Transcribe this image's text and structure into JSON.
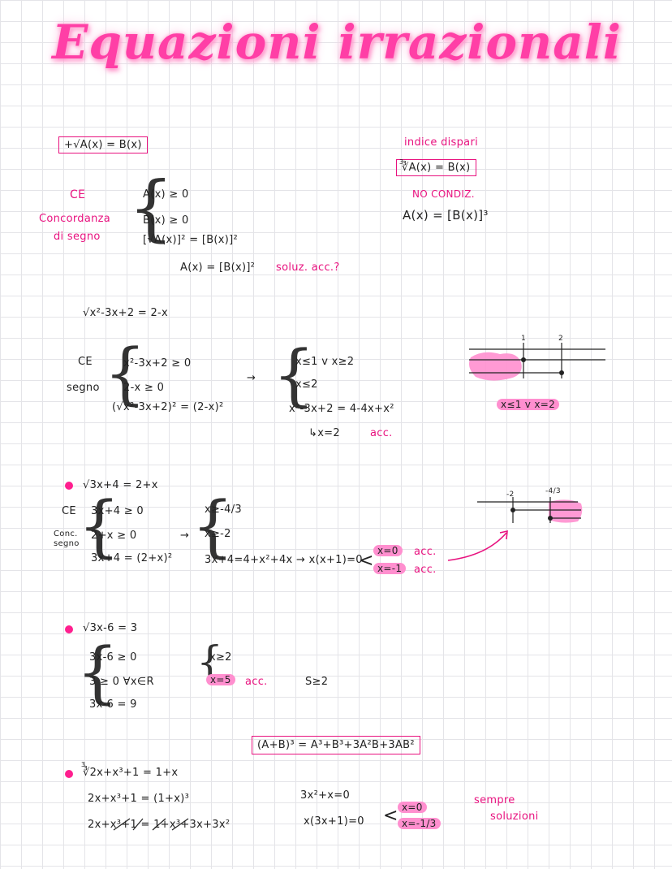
{
  "title": "Equazioni irrazionali",
  "general": {
    "main_eq": "+√A(x) = B(x)",
    "ce": "CE",
    "concordanza": "Concordanza",
    "di_segno": "di segno",
    "cond1": "A(x) ≥ 0",
    "cond2": "B(x) ≥ 0",
    "cond3": "[√A(x)]² = [B(x)]²",
    "result": "A(x) = [B(x)]²",
    "result_note": "soluz. acc.?"
  },
  "odd_index": {
    "label": "indice dispari",
    "eq": "∛A(x) = B(x)",
    "no_cond": "NO CONDIZ.",
    "result": "A(x) = [B(x)]³"
  },
  "ex1": {
    "eq": "√x²-3x+2 = 2-x",
    "ce": "CE",
    "segno": "segno",
    "s1": "x²-3x+2 ≥ 0",
    "s2": "2-x ≥ 0",
    "s3": "(√x²-3x+2)² = (2-x)²",
    "arrow": "→",
    "r1": "x≤1 v x≥2",
    "r2": "x≤2",
    "r3": "x²-3x+2 = 4-4x+x²",
    "r4": "↳x=2",
    "acc": "acc.",
    "axis_labels": [
      "1",
      "2"
    ],
    "solution": "x≤1 v x=2"
  },
  "ex2": {
    "eq": "√3x+4 = 2+x",
    "ce": "CE",
    "conc": "Conc.",
    "segno": "segno",
    "s1": "3x+4 ≥ 0",
    "s2": "2+x ≥ 0",
    "s3": "3x+4 = (2+x)²",
    "arrow": "→",
    "r1": "x≥-4/3",
    "r2": "x≥-2",
    "r3": "3x+4=4+x²+4x → x(x+1)=0",
    "sol1": "x=0",
    "sol2": "x=-1",
    "acc1": "acc.",
    "acc2": "acc.",
    "axis_labels": [
      "-2",
      "-4/3"
    ]
  },
  "ex3": {
    "eq": "√3x-6 = 3",
    "s1": "3x-6 ≥ 0",
    "s2": "3 ≥ 0  ∀x∈R",
    "s3": "3x-6 = 9",
    "r1": "x≥2",
    "r2": "x=5",
    "acc": "acc.",
    "s_note": "S≥2"
  },
  "ex4": {
    "formula": "(A+B)³ = A³+B³+3A²B+3AB²",
    "eq": "∛2x+x³+1 = 1+x",
    "l1": "2x+x³+1 = (1+x)³",
    "l2": "2x+x³+1 = 1+x³+3x+3x²",
    "r1": "3x²+x=0",
    "r2": "x(3x+1)=0",
    "sol1": "x=0",
    "sol2": "x=-1/3",
    "note1": "sempre",
    "note2": "soluzioni"
  },
  "colors": {
    "accent": "#e8127f",
    "highlight": "#ff8fcf",
    "title": "#ff3fa6"
  }
}
